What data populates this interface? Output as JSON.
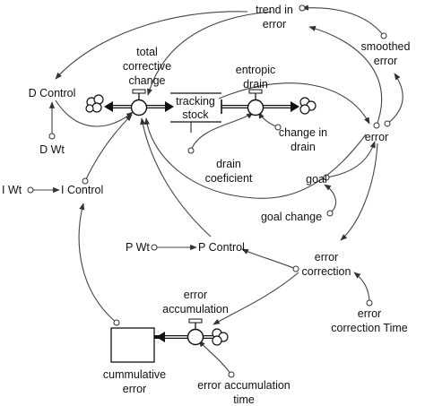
{
  "variables": {
    "trend_in_error_1": "trend in",
    "trend_in_error_2": "error",
    "smoothed_error_1": "smoothed",
    "smoothed_error_2": "error",
    "total_corrective_change_1": "total",
    "total_corrective_change_2": "corrective",
    "total_corrective_change_3": "change",
    "entropic_drain_1": "entropic",
    "entropic_drain_2": "drain",
    "d_control": "D Control",
    "d_wt": "D Wt",
    "tracking_stock_1": "tracking",
    "tracking_stock_2": "stock",
    "change_in_drain_1": "change in",
    "change_in_drain_2": "drain",
    "error": "error",
    "drain_coeficient_1": "drain",
    "drain_coeficient_2": "coeficient",
    "goal": "goal",
    "i_wt": "I Wt",
    "i_control": "I Control",
    "goal_change": "goal change",
    "p_wt": "P Wt",
    "p_control": "P Control",
    "error_correction_1": "error",
    "error_correction_2": "correction",
    "error_correction_time_1": "error",
    "error_correction_time_2": "correction Time",
    "error_accumulation_1": "error",
    "error_accumulation_2": "accumulation",
    "cummulative_error_1": "cummulative",
    "cummulative_error_2": "error",
    "error_accumulation_time_1": "error accumulation",
    "error_accumulation_time_2": "time"
  },
  "colors": {
    "ink": "#111111",
    "link": "#444444"
  }
}
